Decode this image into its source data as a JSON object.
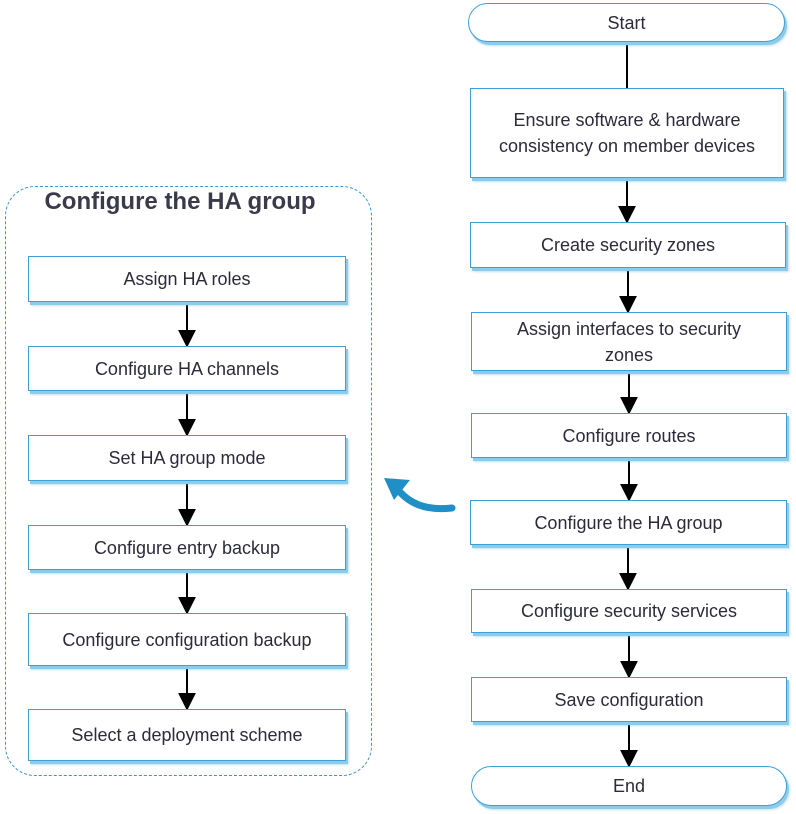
{
  "main_flow": {
    "start": "Start",
    "steps": [
      "Ensure software & hardware consistency on member devices",
      "Create security zones",
      "Assign interfaces to security zones",
      "Configure routes",
      "Configure the HA group",
      "Configure security services",
      "Save configuration"
    ],
    "end": "End"
  },
  "ha_group": {
    "title": "Configure the HA group",
    "steps": [
      "Assign HA roles",
      "Configure HA channels",
      "Set HA group mode",
      "Configure entry backup",
      "Configure configuration backup",
      "Select a deployment scheme"
    ]
  },
  "colors": {
    "border": "#3f9fd4",
    "shadow": "#8ccbe9",
    "curved_arrow": "#1f8fc6"
  }
}
